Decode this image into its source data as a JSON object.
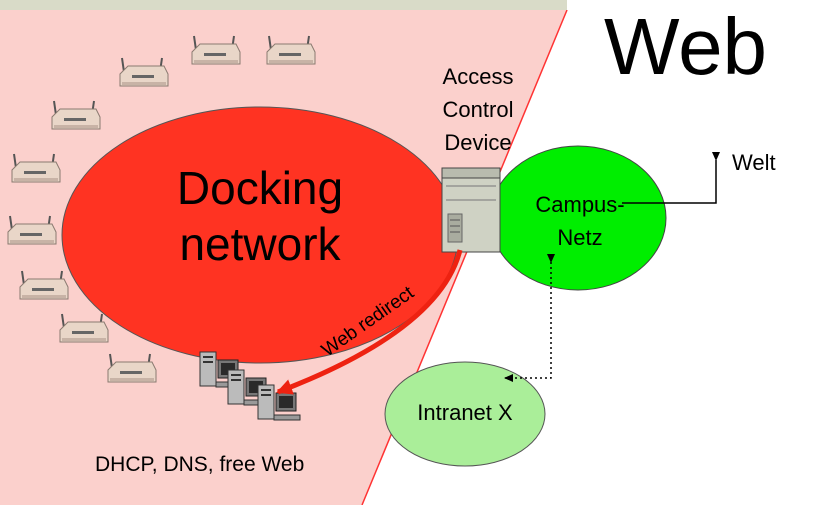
{
  "slide": {
    "title": "Web",
    "docking_label": [
      "Docking",
      "network"
    ],
    "access_control_label": [
      "Access",
      "Control",
      "Device"
    ],
    "campus_label": [
      "Campus-",
      "Netz"
    ],
    "welt_label": "Welt",
    "intranet_label": "Intranet X",
    "services_label": "DHCP, DNS, free Web",
    "redirect_label": "Web redirect"
  },
  "colors": {
    "docking_region": "#fbd0cc",
    "docking_ellipse": "#ff3322",
    "campus_ellipse": "#00ee00",
    "intranet_ellipse": "#aaee99",
    "redirect_arrow": "#ee2211",
    "border_line": "#ff3333"
  },
  "icons": {
    "access_points": "wireless-access-point-icon",
    "server": "server-tower-icon",
    "workstations": "desktop-computer-icon"
  }
}
